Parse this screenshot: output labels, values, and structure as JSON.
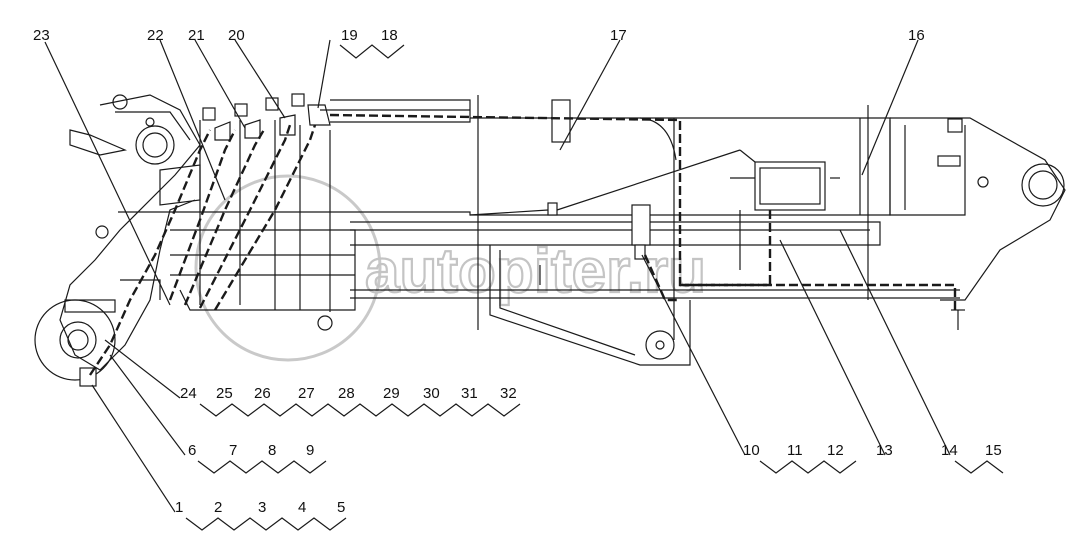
{
  "watermark": {
    "text": "autopiter.ru"
  },
  "callouts": {
    "top": [
      "23",
      "22",
      "21",
      "20",
      "19",
      "18",
      "17",
      "16"
    ],
    "group_24_32": [
      "24",
      "25",
      "26",
      "27",
      "28",
      "29",
      "30",
      "31",
      "32"
    ],
    "group_6_9": [
      "6",
      "7",
      "8",
      "9"
    ],
    "group_1_5": [
      "1",
      "2",
      "3",
      "4",
      "5"
    ],
    "group_10_12": [
      "10",
      "11",
      "12"
    ],
    "single_13": "13",
    "group_14_15": [
      "14",
      "15"
    ]
  }
}
